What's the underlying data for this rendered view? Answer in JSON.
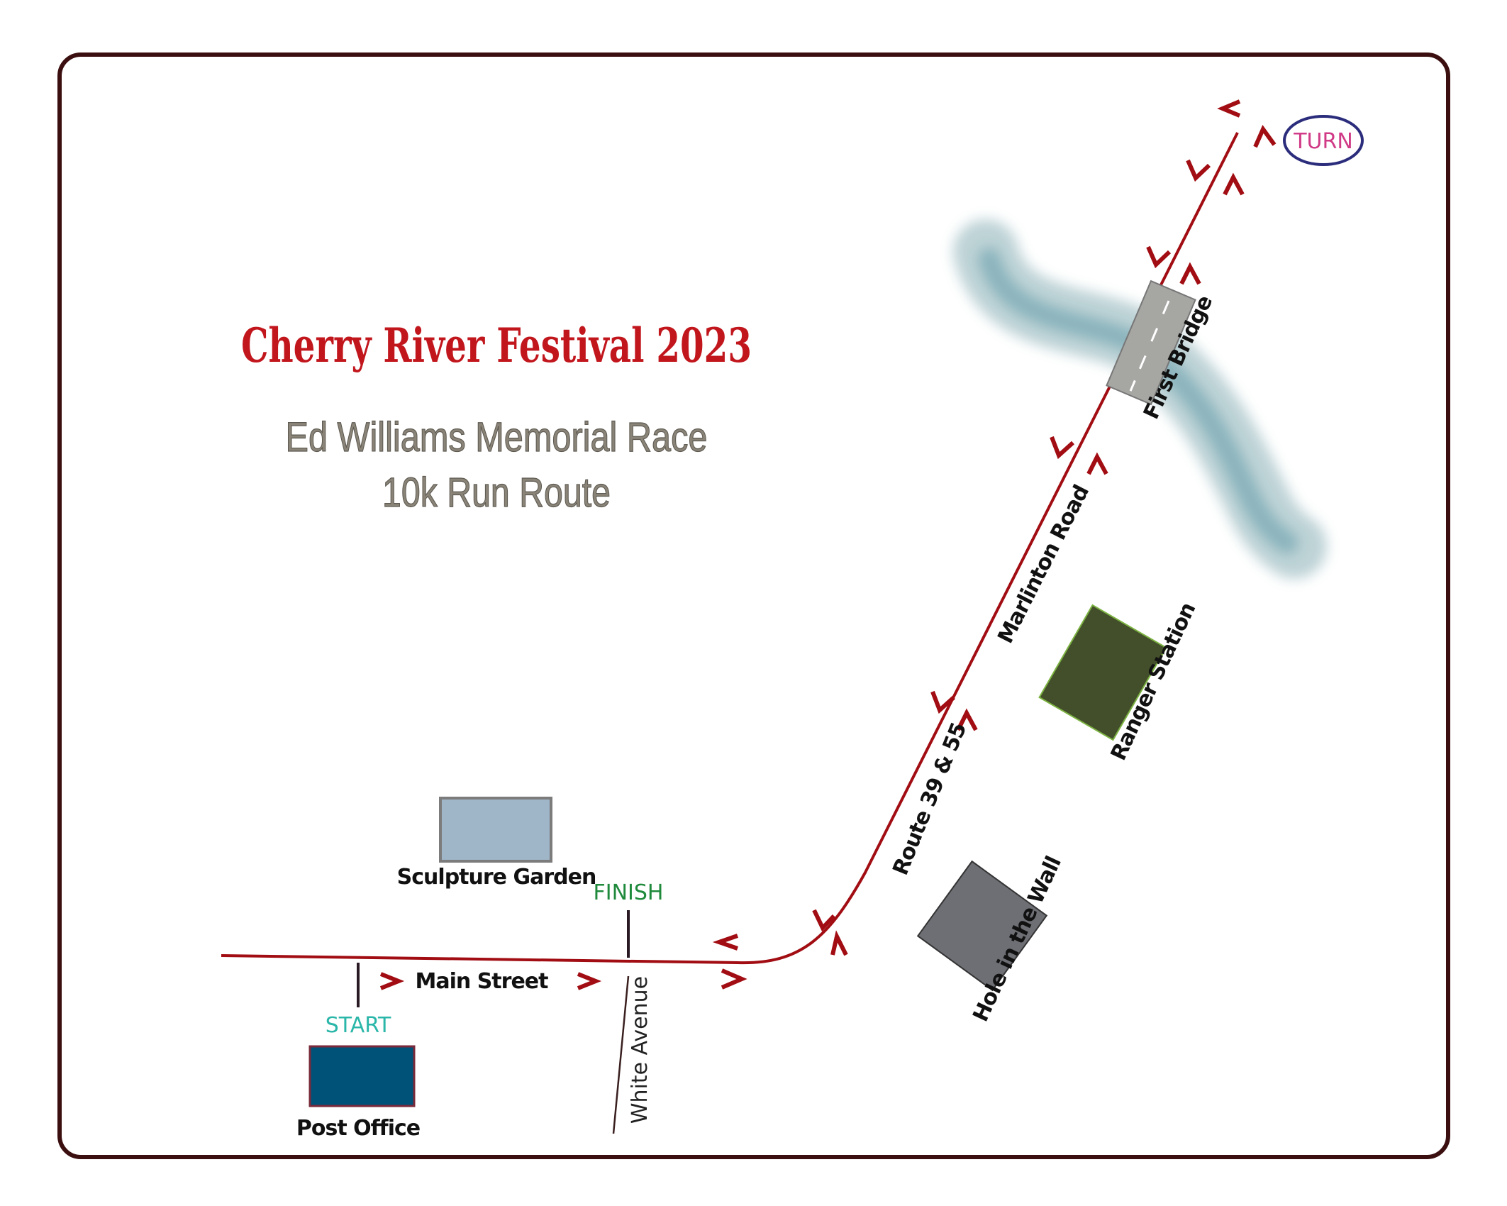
{
  "title": "Cherry River Festival 2023",
  "subtitle_line1": "Ed Williams Memorial Race",
  "subtitle_line2": "10k Run Route",
  "markers": {
    "start": "START",
    "finish": "FINISH",
    "turn": "TURN"
  },
  "streets": {
    "main": "Main Street",
    "white": "White Avenue",
    "route": "Route 39 & 55",
    "marlinton": "Marlinton Road"
  },
  "places": {
    "post_office": "Post Office",
    "sculpture_garden": "Sculpture Garden",
    "first_bridge": "First Bridge",
    "ranger_station": "Ranger Station",
    "hole_in_wall": "Hole in the Wall"
  },
  "colors": {
    "border": "#3b0f0f",
    "route": "#a10d12",
    "title": "#c2161d",
    "start": "#2ab6a8",
    "finish": "#1f8a3c",
    "turn_text": "#d03a86",
    "turn_ring": "#2b2d7c",
    "post_office": "#005278",
    "sculpture_garden": "#9fb5c8",
    "ranger_station": "#434f2a",
    "hole_in_wall": "#6d6f74",
    "river": "#6f9ea6",
    "bridge": "#a6a6a3"
  }
}
